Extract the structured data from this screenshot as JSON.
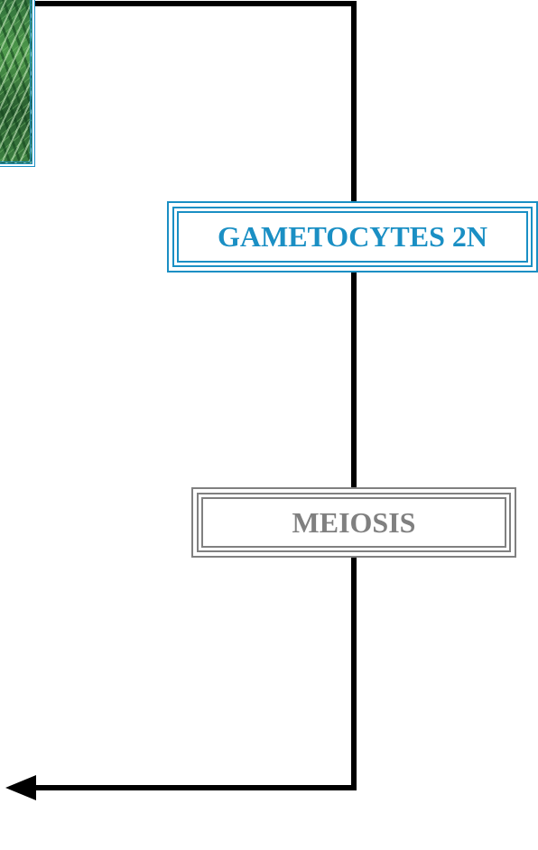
{
  "diagram": {
    "nodes": [
      {
        "id": "gametocytes",
        "label": "GAMETOCYTES 2N",
        "color": "#1a8fc4"
      },
      {
        "id": "meiosis",
        "label": "MEIOSIS",
        "color": "#808080"
      }
    ],
    "image": {
      "icon": "plant-photo",
      "frame_color": "#1a8fc4"
    },
    "connector": {
      "color": "#000000",
      "arrowhead": "left"
    }
  }
}
